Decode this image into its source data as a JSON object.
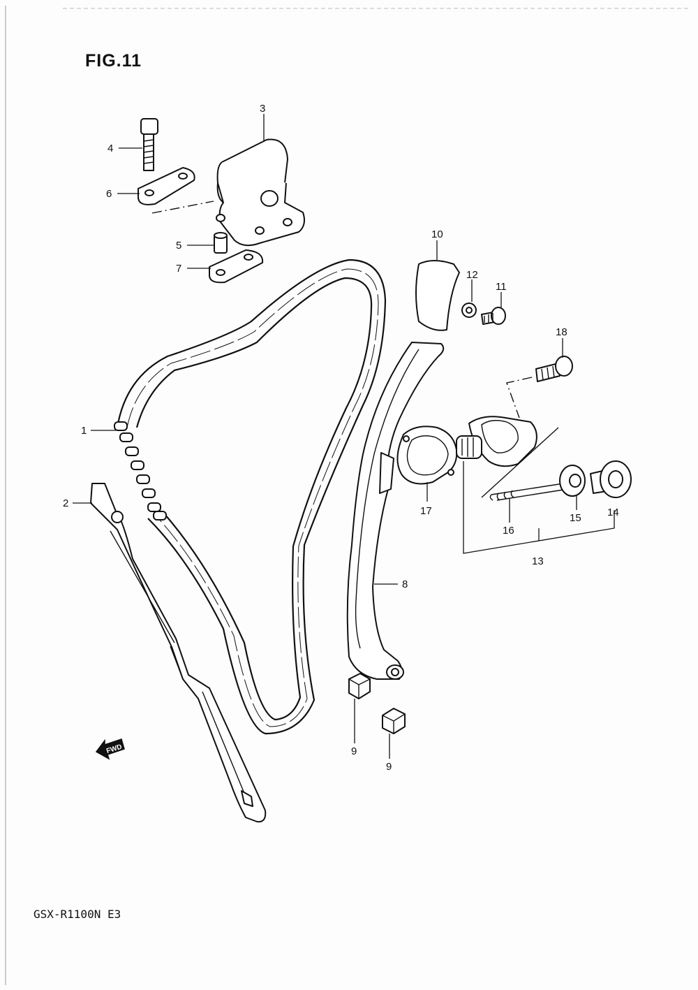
{
  "figure": {
    "title": "FIG.11",
    "model_code": "GSX-R1100N E3",
    "fwd_label": "FWD"
  },
  "callouts": [
    "1",
    "2",
    "3",
    "4",
    "5",
    "6",
    "7",
    "8",
    "9",
    "9",
    "10",
    "11",
    "12",
    "13",
    "14",
    "15",
    "16",
    "17",
    "18"
  ]
}
